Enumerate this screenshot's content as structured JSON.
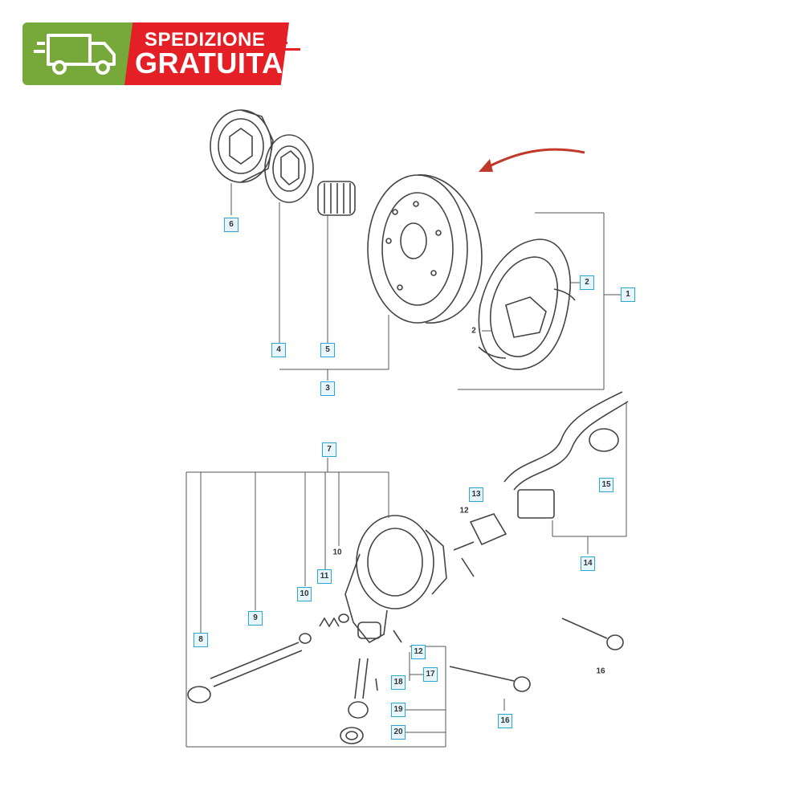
{
  "banner": {
    "line1": "SPEDIZIONE",
    "line2": "GRATUITA",
    "icon": "delivery-truck-icon",
    "colors": {
      "green": "#76a83a",
      "red": "#e41f25",
      "text": "#ffffff"
    }
  },
  "diagram": {
    "callout_color": "#2aa7d4",
    "arrow_color": "#c0392b",
    "labels": {
      "c1": "1",
      "c2": "2",
      "c2b": "2",
      "c3": "3",
      "c4": "4",
      "c5": "5",
      "c6": "6",
      "c7": "7",
      "c8": "8",
      "c9": "9",
      "c10": "10",
      "c10b": "10",
      "c11": "11",
      "c12": "12",
      "c12b": "12",
      "c13": "13",
      "c14": "14",
      "c15": "15",
      "c16": "16",
      "c16b": "16",
      "c17": "17",
      "c18": "18",
      "c19": "19",
      "c20": "20"
    }
  }
}
